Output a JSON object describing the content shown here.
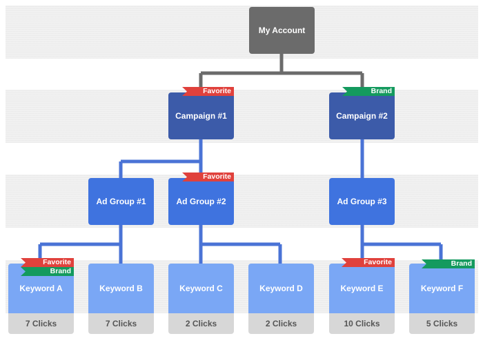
{
  "colors": {
    "account": "#6b6b6b",
    "campaign": "#3c5ba9",
    "ad_group": "#3f73df",
    "keyword": "#7aa7f5",
    "clicks_box": "#d7d7d7",
    "favorite_tag": "#e0413c",
    "brand_tag": "#149a5e",
    "connector": "#4a73d6",
    "connector_root": "#6b6b6b"
  },
  "account": {
    "label": "My Account"
  },
  "campaigns": [
    {
      "label": "Campaign #1",
      "tags": [
        "Favorite"
      ]
    },
    {
      "label": "Campaign #2",
      "tags": [
        "Brand"
      ]
    }
  ],
  "ad_groups": [
    {
      "label": "Ad Group #1",
      "parent": "Campaign #1",
      "tags": []
    },
    {
      "label": "Ad Group #2",
      "parent": "Campaign #1",
      "tags": [
        "Favorite"
      ]
    },
    {
      "label": "Ad Group #3",
      "parent": "Campaign #2",
      "tags": []
    }
  ],
  "keywords": [
    {
      "label": "Keyword A",
      "parent": "Ad Group #1",
      "clicks": "7 Clicks",
      "tags": [
        "Favorite",
        "Brand"
      ]
    },
    {
      "label": "Keyword B",
      "parent": "Ad Group #1",
      "clicks": "7 Clicks",
      "tags": []
    },
    {
      "label": "Keyword C",
      "parent": "Ad Group #2",
      "clicks": "2 Clicks",
      "tags": []
    },
    {
      "label": "Keyword D",
      "parent": "Ad Group #2",
      "clicks": "2 Clicks",
      "tags": []
    },
    {
      "label": "Keyword E",
      "parent": "Ad Group #3",
      "clicks": "10 Clicks",
      "tags": [
        "Favorite"
      ]
    },
    {
      "label": "Keyword F",
      "parent": "Ad Group #3",
      "clicks": "5 Clicks",
      "tags": [
        "Brand"
      ]
    }
  ]
}
